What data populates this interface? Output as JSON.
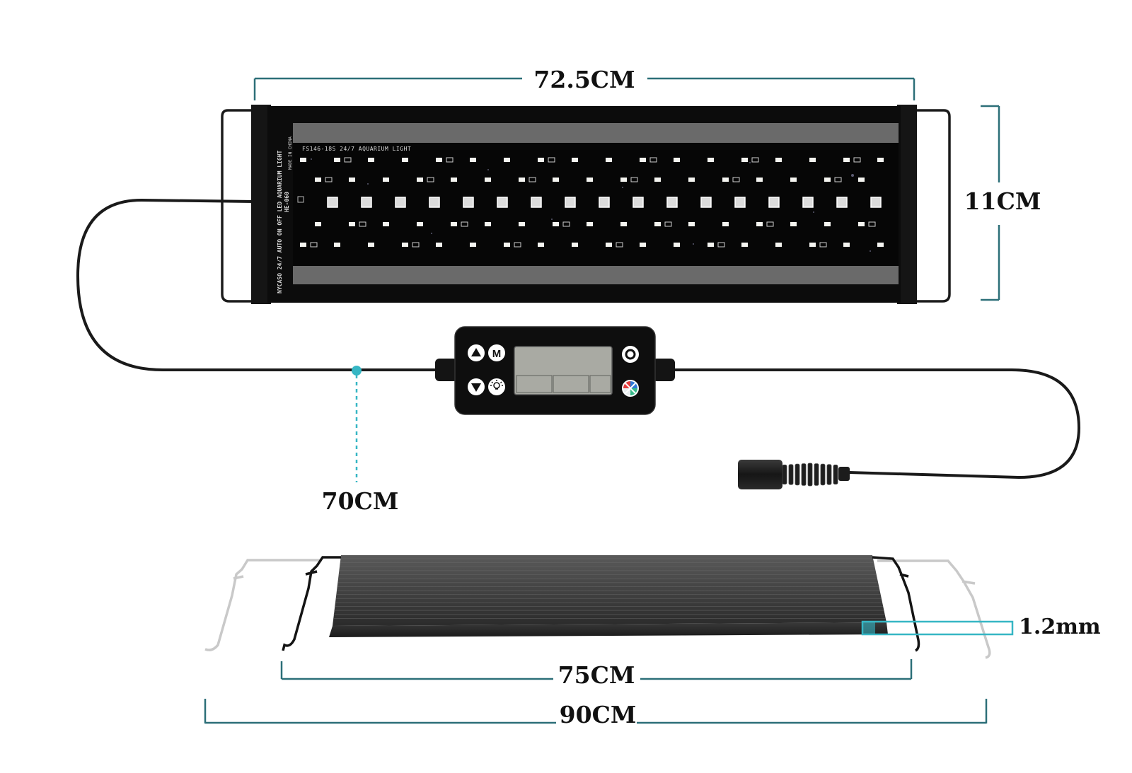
{
  "dimensions": {
    "fixture_length": "72.5CM",
    "fixture_height": "11CM",
    "cable_length": "70CM",
    "bracket_min": "75CM",
    "bracket_max": "90CM",
    "profile_thickness": "1.2mm"
  },
  "fixture": {
    "model_print": "FS146-18S 24/7 AQUARIUM LIGHT",
    "side_print_1": "NYCASO 24/7 AUTO ON OFF LED AQUARIUM LIGHT",
    "side_print_2": "MADE IN CHINA",
    "side_print_3": "HE-060"
  },
  "controller": {
    "button_m_label": "M"
  },
  "colors": {
    "dimension_line": "#2c6f78",
    "accent_dot": "#36b6c4",
    "fixture_body": "#0c0c0c",
    "reflector": "#6a6a6a",
    "lcd": "#a9aaa3",
    "led": "#f4f4f0"
  }
}
